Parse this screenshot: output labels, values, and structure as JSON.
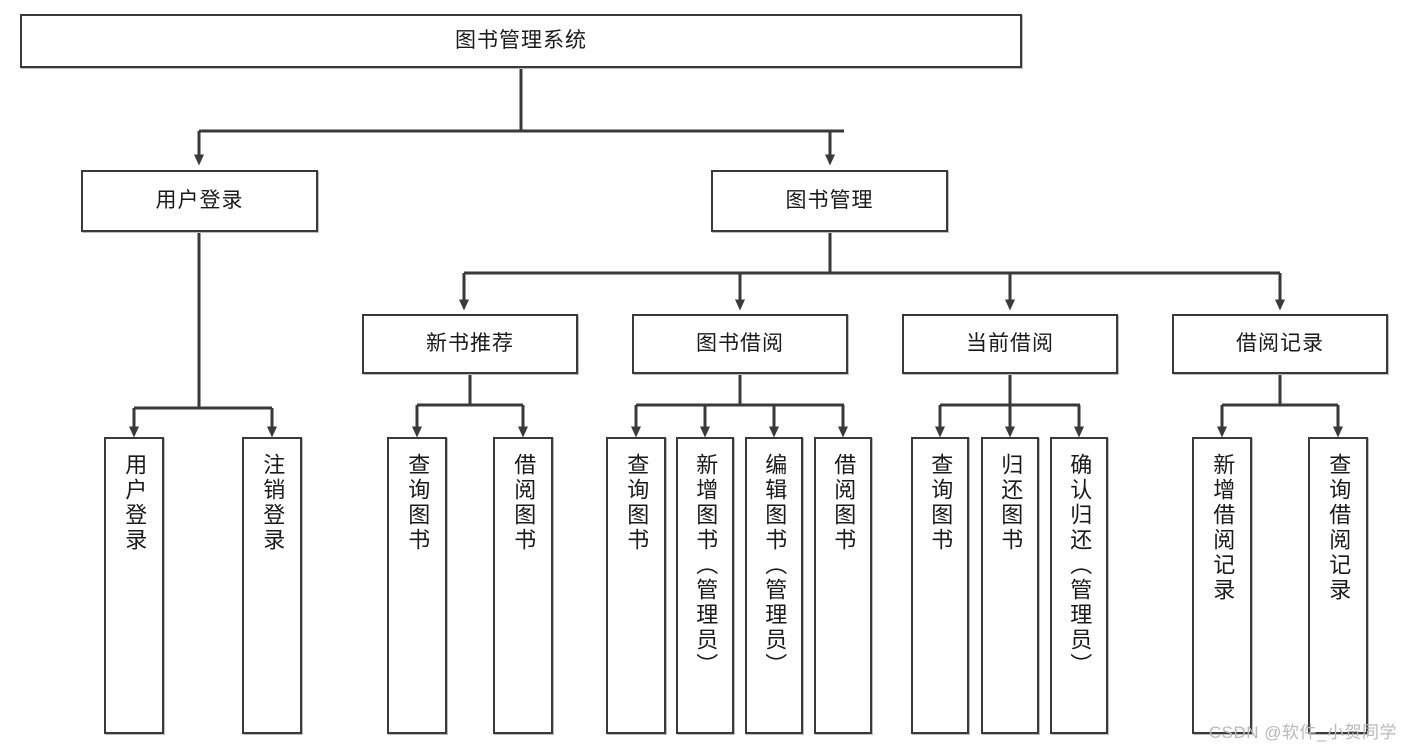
{
  "diagram": {
    "title": "图书管理系统",
    "type": "function-structure-tree",
    "stroke_color": "#3a3a3a",
    "fill_color": "#ffffff",
    "text_color": "#1a1a1a"
  },
  "root": {
    "label": "图书管理系统"
  },
  "level2": [
    {
      "label": "用户登录"
    },
    {
      "label": "图书管理"
    }
  ],
  "level3": [
    {
      "label": "新书推荐"
    },
    {
      "label": "图书借阅"
    },
    {
      "label": "当前借阅"
    },
    {
      "label": "借阅记录"
    }
  ],
  "leaves": {
    "user_login": [
      {
        "label": "用户登录"
      },
      {
        "label": "注销登录"
      }
    ],
    "new_book_recommend": [
      {
        "label": "查询图书"
      },
      {
        "label": "借阅图书"
      }
    ],
    "book_borrow": [
      {
        "label": "查询图书"
      },
      {
        "label": "新增图书（管理员）"
      },
      {
        "label": "编辑图书（管理员）"
      },
      {
        "label": "借阅图书"
      }
    ],
    "current_borrow": [
      {
        "label": "查询图书"
      },
      {
        "label": "归还图书"
      },
      {
        "label": "确认归还（管理员）"
      }
    ],
    "borrow_record": [
      {
        "label": "新增借阅记录"
      },
      {
        "label": "查询借阅记录"
      }
    ]
  },
  "watermark": {
    "text": "CSDN @软件_小贺同学"
  }
}
